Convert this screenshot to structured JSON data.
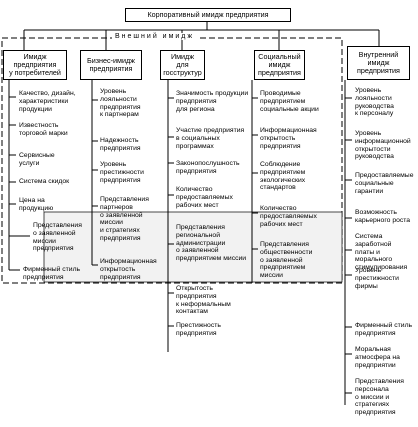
{
  "diagram": {
    "root": "Корпоративный имидж предприятия",
    "outer_label": "Внешний имидж",
    "columns": [
      {
        "title": "Имидж\nпредприятия\nу потребителей",
        "items": [
          "Качество, дизайн,\nхарактеристики\nпродукции",
          "Известность\nторговой марки",
          "Сервисные\nуслуги",
          "Система скидок",
          "Цена на\nпродукцию",
          "Представления\nо заявленной\nмиссии\nпредприятия",
          "Фирменный стиль\nпредприятия"
        ]
      },
      {
        "title": "Бизнес-имидж\nпредприятия",
        "items": [
          "Уровень\nлояльности\nпредприятия\nк партнерам",
          "Надежность\nпредприятия",
          "Уровень\nпрестижности\nпредприятия",
          "Представления\nпартнеров\nо заявленной\nмиссии\nи стратегиях\nпредприятия",
          "Информационная\nоткрытость\nпредприятия"
        ]
      },
      {
        "title": "Имидж\nдля\nгосструктур",
        "items": [
          "Значимость продукции\nпредприятия\nдля региона",
          "Участие предприятия\nв социальных\nпрограммах",
          "Законопослушность\nпредприятия",
          "Количество\nпредоставляемых\nрабочих мест",
          "Представления\nрегиональной\nадминистрации\nо заявленной\nпредприятием миссии",
          "Открытость\nпредприятия\nк неформальным\nконтактам",
          "Престижность\nпредприятия"
        ]
      },
      {
        "title": "Социальный\nимидж\nпредприятия",
        "items": [
          "Проводимые\nпредприятием\nсоциальные акции",
          "Информационная\nоткрытость\nпредприятия",
          "Соблюдение\nпредприятием\nэкологических\nстандартов",
          "Количество\nпредоставляемых\nрабочих мест",
          "Представления\nобщественности\nо заявленной\nпредприятием\nмиссии"
        ]
      },
      {
        "title": "Внутренний\nимидж\nпредприятия",
        "items": [
          "Уровень\nлояльности\nруководства\nк персоналу",
          "Уровень\nинформационной\nоткрытости\nруководства",
          "Предоставляемые\nсоциальные\nгарантии",
          "Возможность\nкарьерного роста",
          "Система\nзаработной\nплаты и\nморального\nстимулирования",
          "Уровень\nпрестижности\nфирмы",
          "Фирменный стиль\nпредприятия",
          "Моральная\nатмосфера на\nпредприятии",
          "Представления\nперсонала\nо миссии и\nстратегиях\nпредприятия"
        ]
      }
    ]
  }
}
